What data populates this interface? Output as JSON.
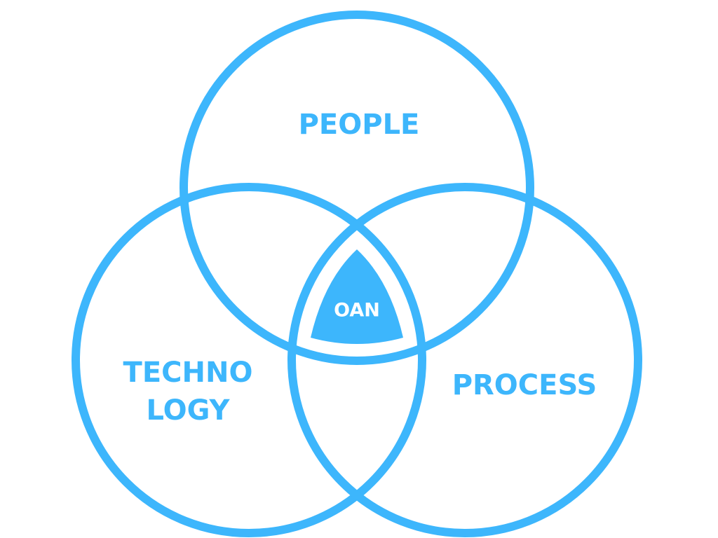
{
  "diagram": {
    "colors": {
      "accent": "#3db6fc",
      "background": "#ffffff",
      "center_text": "#ffffff"
    },
    "sets": [
      {
        "id": "people",
        "lines": [
          "PEOPLE"
        ]
      },
      {
        "id": "technology",
        "lines": [
          "TECHNO",
          "LOGY"
        ]
      },
      {
        "id": "process",
        "lines": [
          "PROCESS"
        ]
      }
    ],
    "center": {
      "label": "OAN"
    }
  }
}
